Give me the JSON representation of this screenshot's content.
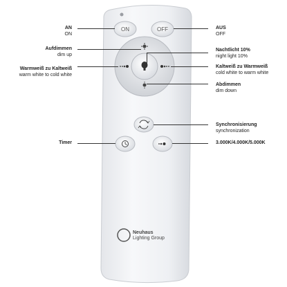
{
  "remote": {
    "btn_on": "ON",
    "btn_off": "OFF",
    "logo_line1": "Neuhaus",
    "logo_line2": "Lighting Group"
  },
  "labels": {
    "an": {
      "title": "AN",
      "sub": "ON"
    },
    "aus": {
      "title": "AUS",
      "sub": "OFF"
    },
    "aufdimmen": {
      "title": "Aufdimmen",
      "sub": "dim up"
    },
    "nachtlicht": {
      "title": "Nachtlicht 10%",
      "sub": "night light 10%"
    },
    "warm_to_cold": {
      "title": "Warmweiß zu Kaltweiß",
      "sub": "warm white to cold white"
    },
    "cold_to_warm": {
      "title": "Kaltweiß zu Warmweiß",
      "sub": "cold white to warm white"
    },
    "abdimmen": {
      "title": "Abdimmen",
      "sub": "dim down"
    },
    "sync": {
      "title": "Synchronisierung",
      "sub": "synchronization"
    },
    "timer": {
      "title": "Timer",
      "sub": ""
    },
    "kelvin": {
      "title": "3.000K/4.000K/5.000K",
      "sub": ""
    }
  }
}
